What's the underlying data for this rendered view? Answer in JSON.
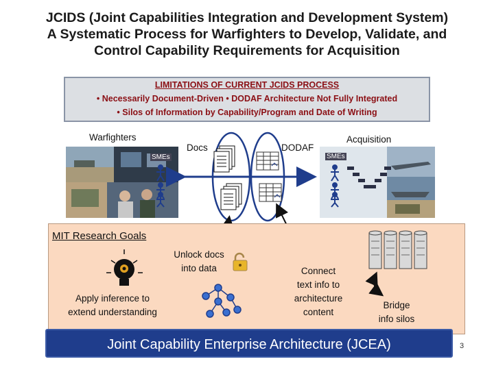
{
  "title": {
    "line1": "JCIDS (Joint Capabilities Integration and Development System)",
    "line2": "A Systematic Process for Warfighters to Develop, Validate, and",
    "line3": "Control Capability Requirements for Acquisition"
  },
  "limitations": {
    "heading": "LIMITATIONS OF CURRENT JCIDS PROCESS",
    "line1": "• Necessarily Document-Driven     • DODAF Architecture Not Fully Integrated",
    "line2": "• Silos of Information by Capability/Program and Date of Writing"
  },
  "process": {
    "warfighters": "Warfighters",
    "smes_left": "SMEs",
    "docs": "Docs",
    "dodaf": "DODAF",
    "acquisition": "Acquisition",
    "smes_right": "SMEs"
  },
  "research": {
    "title": "MIT Research Goals",
    "unlock": [
      "Unlock docs",
      "into data"
    ],
    "inference": [
      "Apply inference to",
      "extend understanding"
    ],
    "connect": [
      "Connect",
      "text info to",
      "architecture",
      "content"
    ],
    "bridge": [
      "Bridge",
      "info silos"
    ]
  },
  "footer": {
    "jcea": "Joint Capability Enterprise Architecture (JCEA)",
    "page": "3"
  },
  "colors": {
    "limitations_text": "#8b0f14",
    "research_bg": "#fbd9c0",
    "banner_bg": "#1f3d8c",
    "arrow": "#1f3d8c"
  }
}
